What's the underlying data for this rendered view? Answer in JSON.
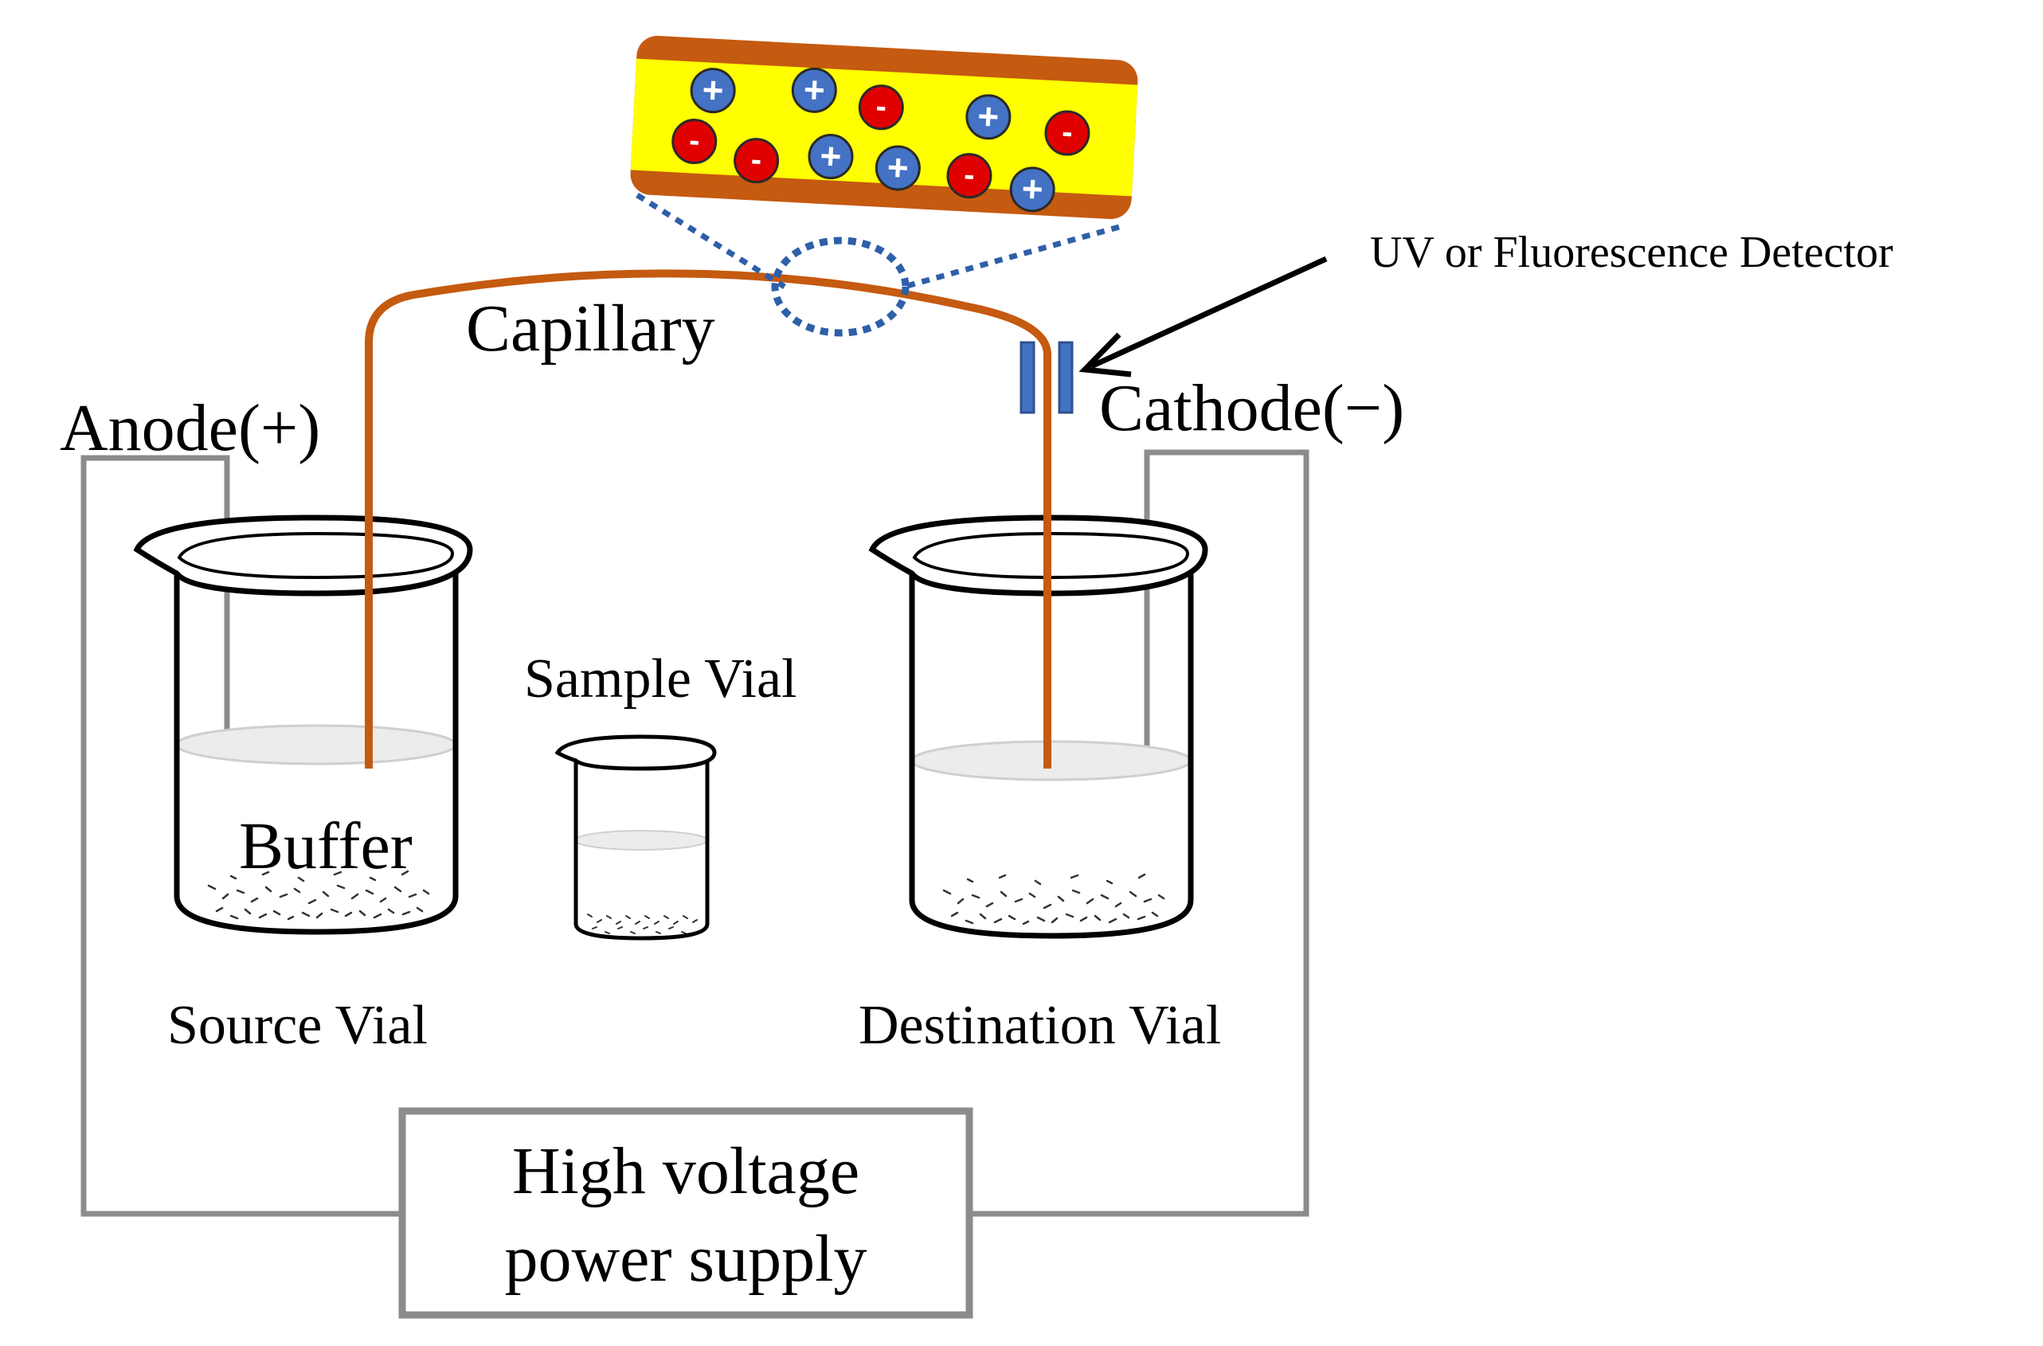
{
  "labels": {
    "capillary": "Capillary",
    "anode": "Anode(+)",
    "cathode": "Cathode(−)",
    "detector": "UV or Fluorescence  Detector",
    "sample_vial": "Sample Vial",
    "buffer": "Buffer",
    "source_vial": "Source Vial",
    "destination_vial": "Destination Vial",
    "power_supply_line1": "High voltage",
    "power_supply_line2": "power supply"
  },
  "ions": {
    "positive_sign": "+",
    "negative_sign": "-",
    "sequence": [
      "+",
      "+",
      "-",
      "+",
      "-",
      "-",
      "+",
      "-",
      "+",
      "-",
      "+"
    ]
  },
  "colors": {
    "capillary": "#c55a11",
    "capillary_interior": "#ffff00",
    "cation": "#4472c4",
    "anion": "#e00000",
    "detector": "#4472c4",
    "wire": "#8c8c8c",
    "zoom_outline": "#2e5fa8"
  }
}
